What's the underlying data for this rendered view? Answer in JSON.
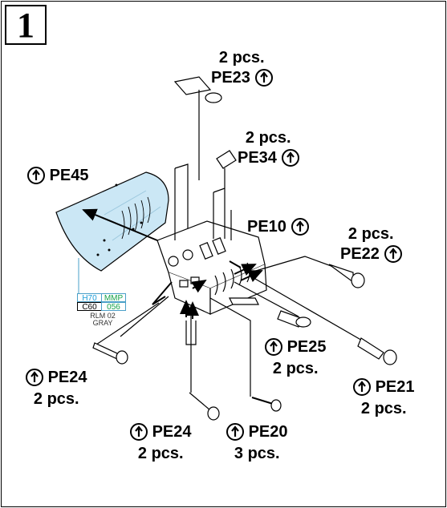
{
  "step": {
    "number": "1"
  },
  "colors": {
    "panel_fill": "#cbe7f5",
    "outline": "#000000",
    "leader": "#4aa0c8"
  },
  "icon_name": "up-arrow-circle-icon",
  "callouts": {
    "pe23": {
      "qty": "2 pcs.",
      "part": "PE23"
    },
    "pe34": {
      "qty": "2 pcs.",
      "part": "PE34"
    },
    "pe45": {
      "part": "PE45"
    },
    "pe10": {
      "part": "PE10"
    },
    "pe22": {
      "qty": "2 pcs.",
      "part": "PE22"
    },
    "pe25": {
      "part": "PE25",
      "qty": "2 pcs."
    },
    "pe21": {
      "part": "PE21",
      "qty": "2 pcs."
    },
    "pe24_left": {
      "part": "PE24",
      "qty": "2 pcs."
    },
    "pe24_bottom": {
      "part": "PE24",
      "qty": "2 pcs."
    },
    "pe20": {
      "part": "PE20",
      "qty": "3 pcs."
    }
  },
  "paint": {
    "h70": "H70",
    "mmp": "MMP",
    "c60": "C60",
    "code056": "056",
    "name1": "RLM 02",
    "name2": "GRAY"
  }
}
